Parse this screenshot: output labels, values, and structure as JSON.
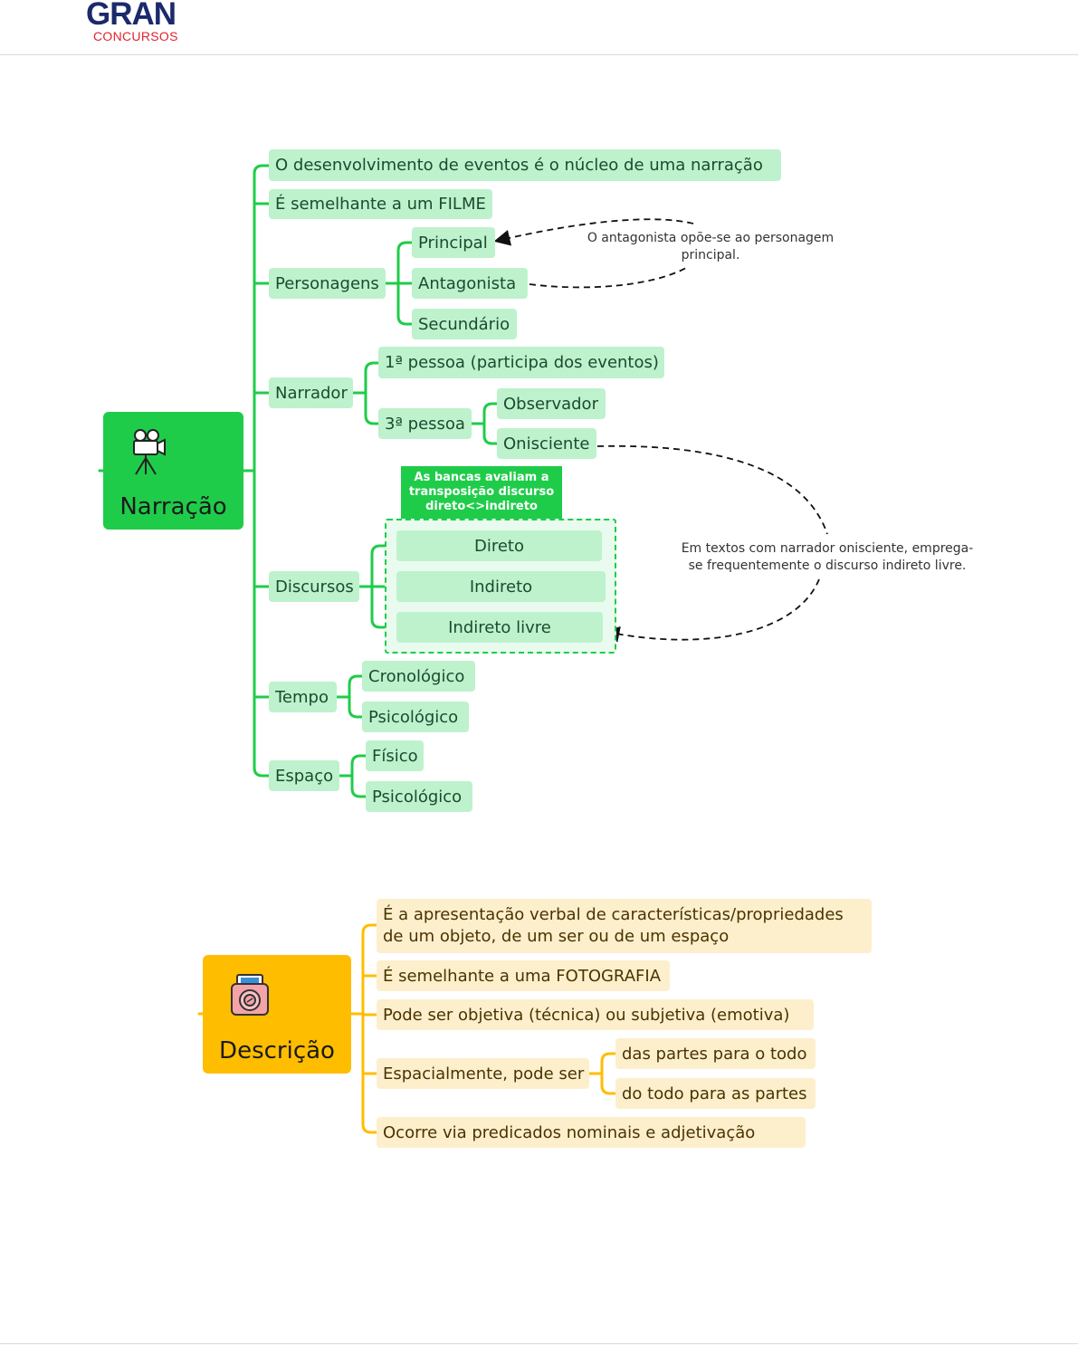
{
  "header": {
    "logo_main": "GRAN",
    "logo_sub": "CONCURSOS"
  },
  "colors": {
    "green": "#1fcc4a",
    "green_light": "#bdf2cd",
    "yellow": "#ffbd00",
    "yellow_light": "#fdefcc"
  },
  "narracao": {
    "title": "Narração",
    "icon": "movie-camera-icon",
    "nodes": {
      "desenvolvimento": "O desenvolvimento de eventos é o núcleo de uma narração",
      "filme": "É semelhante a um FILME",
      "personagens": "Personagens",
      "principal": "Principal",
      "antagonista": "Antagonista",
      "secundario": "Secundário",
      "narrador": "Narrador",
      "primeira": "1ª pessoa (participa dos eventos)",
      "terceira": "3ª pessoa",
      "observador": "Observador",
      "onisciente": "Onisciente",
      "discursos": "Discursos",
      "direto": "Direto",
      "indireto": "Indireto",
      "indireto_livre": "Indireto livre",
      "tempo": "Tempo",
      "cronologico": "Cronológico",
      "psicologico_tempo": "Psicológico",
      "espaco": "Espaço",
      "fisico": "Físico",
      "psicologico_espaco": "Psicológico"
    },
    "callout": "As bancas avaliam a transposição discurso direto<>indireto",
    "note_antagonista": "O antagonista opõe-se ao personagem principal.",
    "note_onisciente": "Em textos com narrador onisciente, emprega-se frequentemente o discurso indireto livre."
  },
  "descricao": {
    "title": "Descrição",
    "icon": "camera-icon",
    "nodes": {
      "apresentacao": "É a apresentação verbal de características/propriedades de um objeto, de um ser ou de um espaço",
      "fotografia": "É semelhante a uma FOTOGRAFIA",
      "objetiva": "Pode ser objetiva (técnica) ou subjetiva (emotiva)",
      "espacialmente": "Espacialmente, pode ser",
      "partes_todo": "das partes para o todo",
      "todo_partes": "do todo para as partes",
      "predicados": "Ocorre via predicados nominais e adjetivação"
    }
  }
}
